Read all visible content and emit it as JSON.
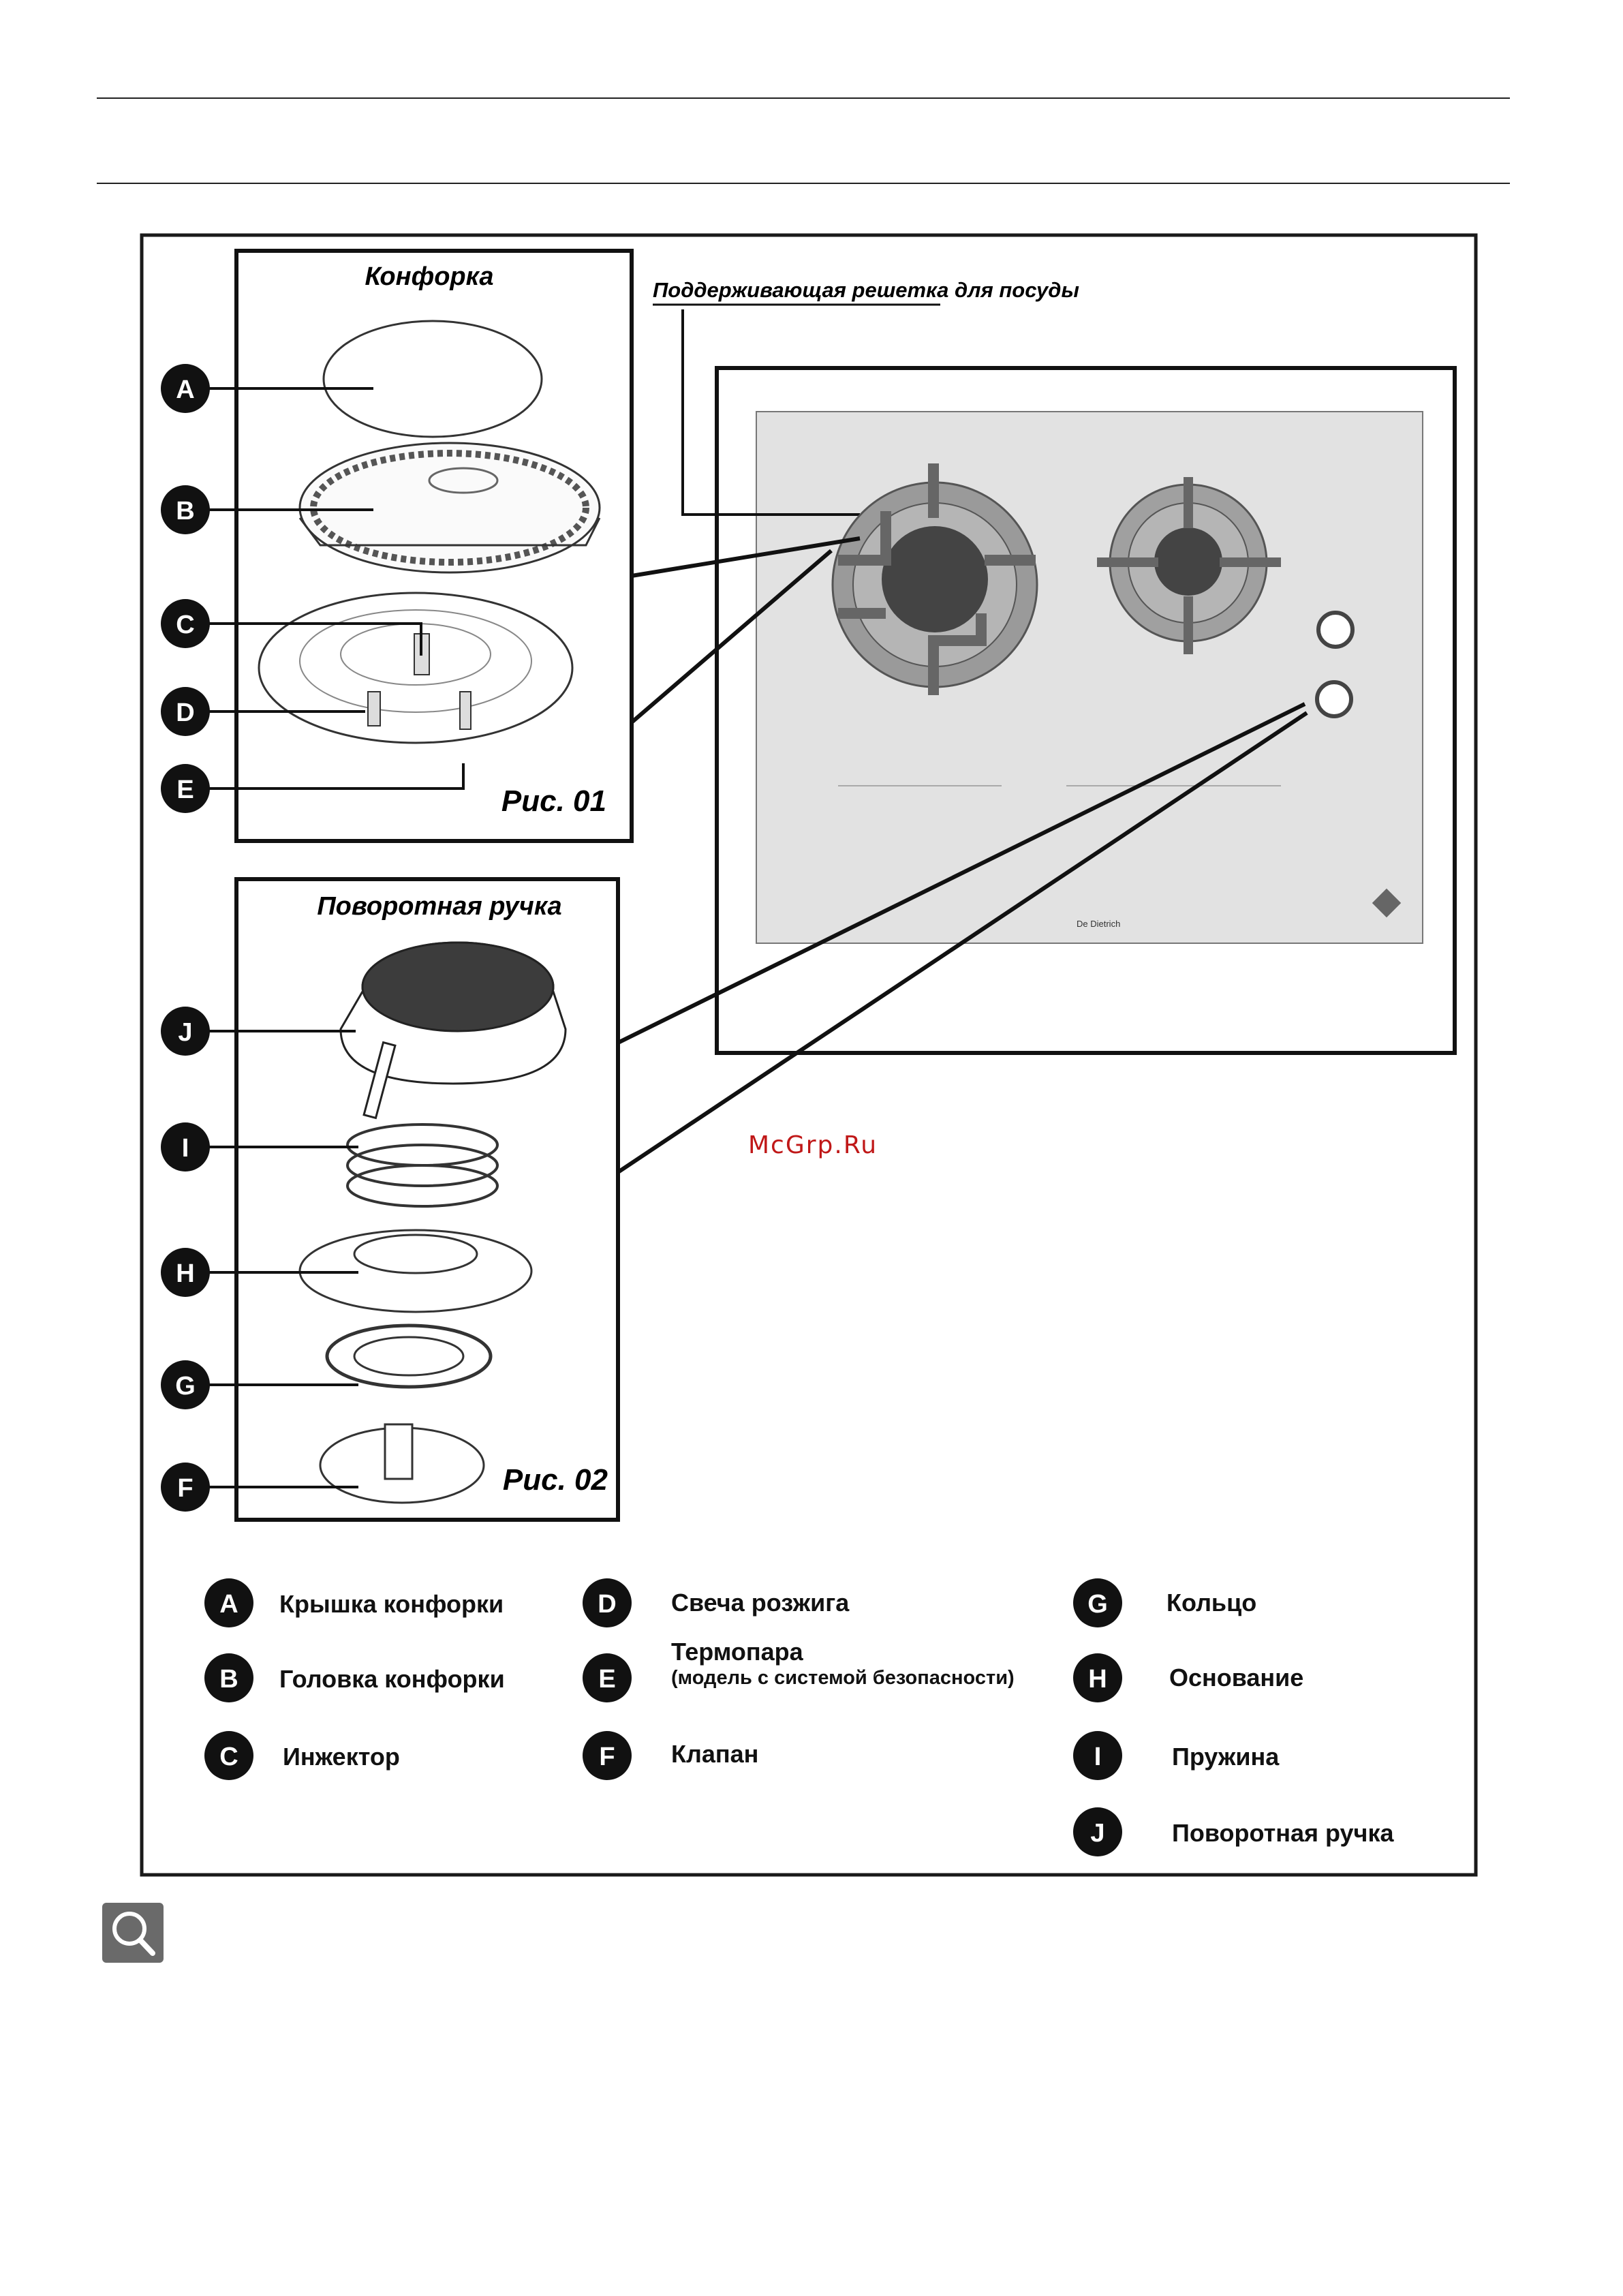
{
  "header": {
    "rules": 2
  },
  "figure": {
    "burner_title": "Конфорка",
    "knob_title": "Поворотная ручка",
    "pan_support_title": "Поддерживающая решетка для посуды",
    "fig1_label": "Рис. 01",
    "fig2_label": "Рис. 02",
    "hob_brand": "De Dietrich",
    "callouts": [
      "A",
      "B",
      "C",
      "D",
      "E",
      "J",
      "I",
      "H",
      "G",
      "F"
    ]
  },
  "legend": [
    {
      "letter": "A",
      "text": "Крышка конфорки"
    },
    {
      "letter": "B",
      "text": "Головка конфорки"
    },
    {
      "letter": "C",
      "text": "Инжектор"
    },
    {
      "letter": "D",
      "text": "Свеча розжига"
    },
    {
      "letter": "E",
      "text": "Термопара",
      "sub": "(модель с системой безопасности)"
    },
    {
      "letter": "F",
      "text": "Клапан"
    },
    {
      "letter": "G",
      "text": "Кольцо"
    },
    {
      "letter": "H",
      "text": "Основание"
    },
    {
      "letter": "I",
      "text": "Пружина"
    },
    {
      "letter": "J",
      "text": "Поворотная ручка"
    }
  ],
  "watermark": "McGrp.Ru",
  "icons": {
    "note": "search-icon"
  }
}
